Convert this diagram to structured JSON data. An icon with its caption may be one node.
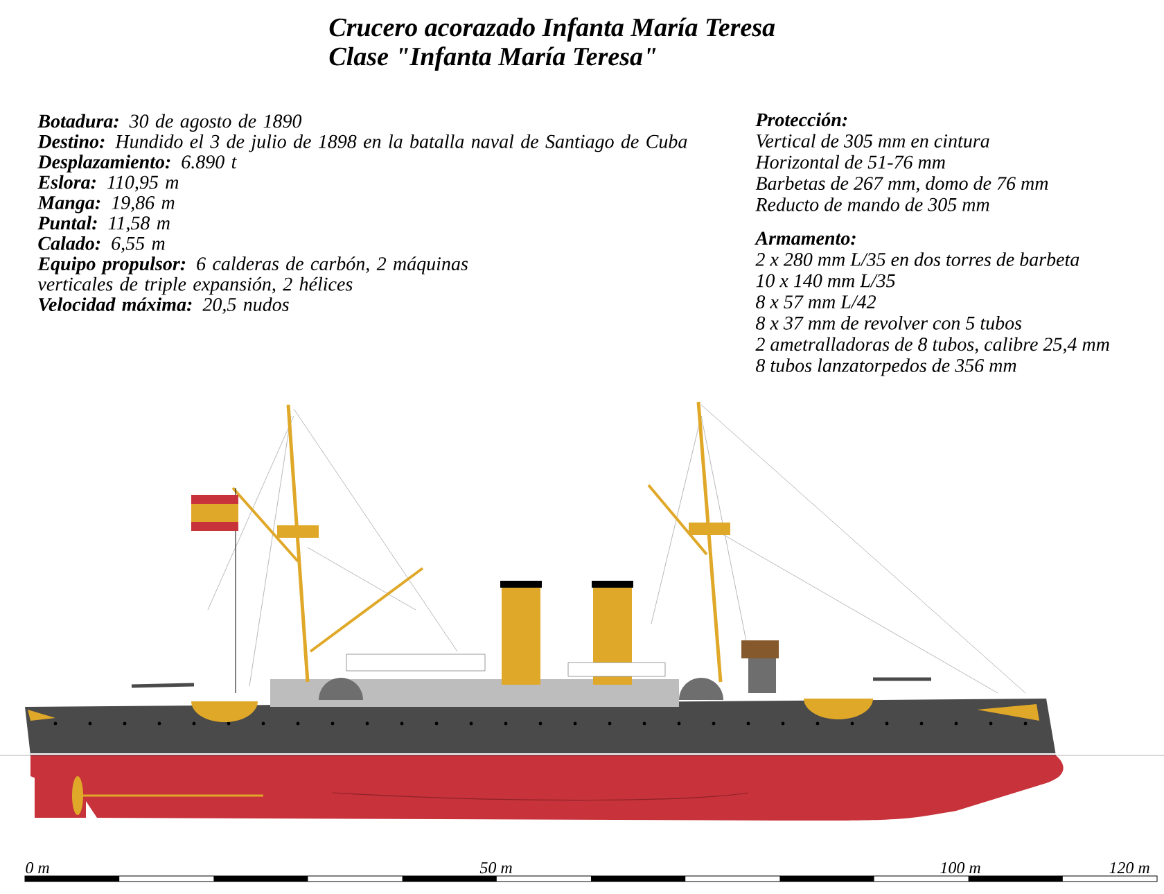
{
  "diagram": {
    "title": "Crucero acorazado Infanta María Teresa",
    "labels": [
      "Clase \"Infanta María Teresa\"",
      "**Botadura:** 30 de agosto de 1890",
      "**Destino:** Hundido el 3 de julio de 1898 en la batalla naval de Santiago de Cuba",
      "**Desplazamiento:** 6.890 t",
      "**Eslora:** 110,95 m",
      "**Manga:** 19,86 m",
      "**Puntal:** 11,58 m",
      "**Calado:** 6,55 m",
      "**Equipo propulsor:** 6 calderas de carbón, 2 máquinas verticales de triple expansión, 2 hélices",
      "**Velocidad máxima:** 20,5 nudos",
      "Protección:",
      "Vertical de 305 mm en cintura",
      "Horizontal de 51-76 mm",
      "Barbetas de 267 mm, domo de 76 mm",
      "Reducto de mando de 305 mm",
      "Armamento:",
      "2 x 280 mm L/35 en dos torres de barbeta",
      "10 x 140 mm L/35",
      "8 x 57 mm L/42",
      "8 x 37 mm de revolver con 5 tubos",
      "2 ametralladoras de 8 tubos, calibre 25,4 mm",
      "8 tubos lanzatorpedos de 356 mm",
      "0 m",
      "50 m",
      "100 m",
      "120 m"
    ]
  }
}
